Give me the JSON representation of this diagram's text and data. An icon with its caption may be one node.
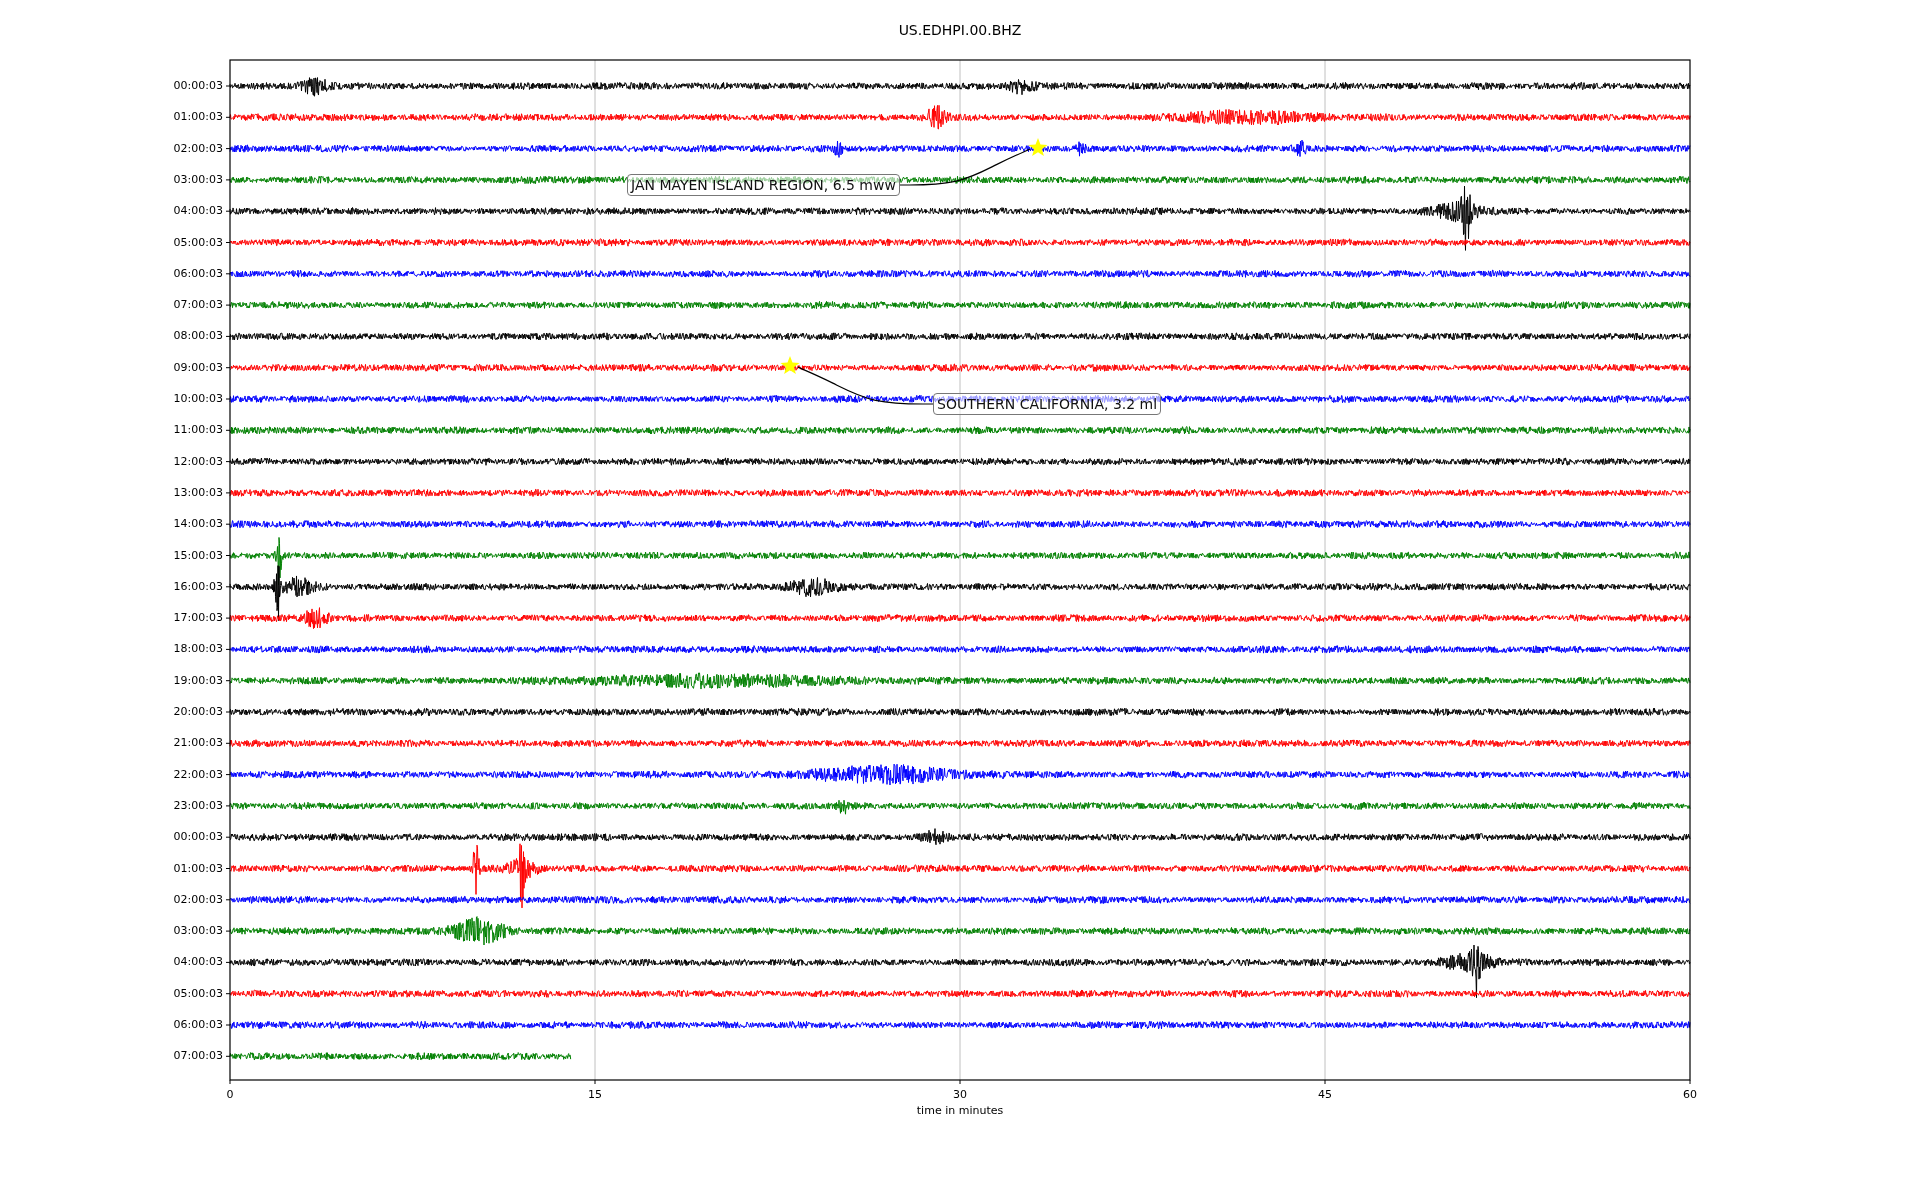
{
  "diagram": {
    "title": "US.EDHPI.00.BHZ",
    "nodes": [
      {
        "text": [],
        "shape": "star"
      },
      {
        "text": [
          "JAN MAYEN ISLAND REGION, 6.5 mww"
        ]
      },
      {
        "text": [],
        "shape": "star"
      },
      {
        "text": [
          "SOUTHERN CALIFORNIA, 3.2 ml"
        ]
      }
    ],
    "edges": [
      {
        "from": 1,
        "to": 0,
        "arrow": "none"
      },
      {
        "from": 3,
        "to": 2,
        "arrow": "none"
      }
    ],
    "labels": [
      "00:00:03",
      "01:00:03",
      "02:00:03",
      "03:00:03",
      "04:00:03",
      "05:00:03",
      "06:00:03",
      "07:00:03",
      "08:00:03",
      "09:00:03",
      "10:00:03",
      "11:00:03",
      "12:00:03",
      "13:00:03",
      "14:00:03",
      "15:00:03",
      "16:00:03",
      "17:00:03",
      "18:00:03",
      "19:00:03",
      "20:00:03",
      "21:00:03",
      "22:00:03",
      "23:00:03",
      "00:00:03",
      "01:00:03",
      "02:00:03",
      "03:00:03",
      "04:00:03",
      "05:00:03",
      "06:00:03",
      "07:00:03",
      "0",
      "15",
      "30",
      "45",
      "60",
      "time in minutes"
    ]
  }
}
